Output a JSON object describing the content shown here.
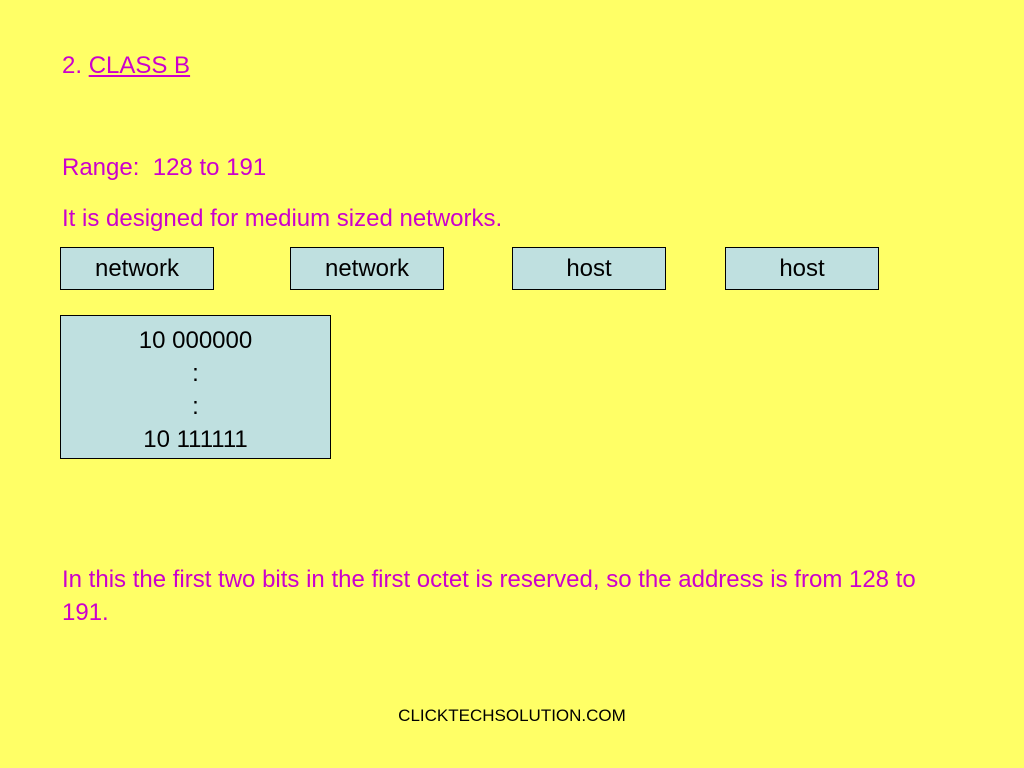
{
  "slide": {
    "heading_number": "2.",
    "heading_link": "CLASS B",
    "range_line": "Range:  128 to 191",
    "designed_line": "It is designed for medium sized networks.",
    "octets": [
      "network",
      "network",
      "host",
      "host"
    ],
    "bits": [
      "10 000000",
      ":",
      ":",
      "10 111111"
    ],
    "explanation": "In this the first two bits in the first octet is reserved, so the address is from 128 to 191.",
    "footer": "CLICKTECHSOLUTION.COM"
  },
  "colors": {
    "background": "#FFFF66",
    "text_accent": "#CC00CC",
    "box_fill": "#BFE0E0"
  }
}
